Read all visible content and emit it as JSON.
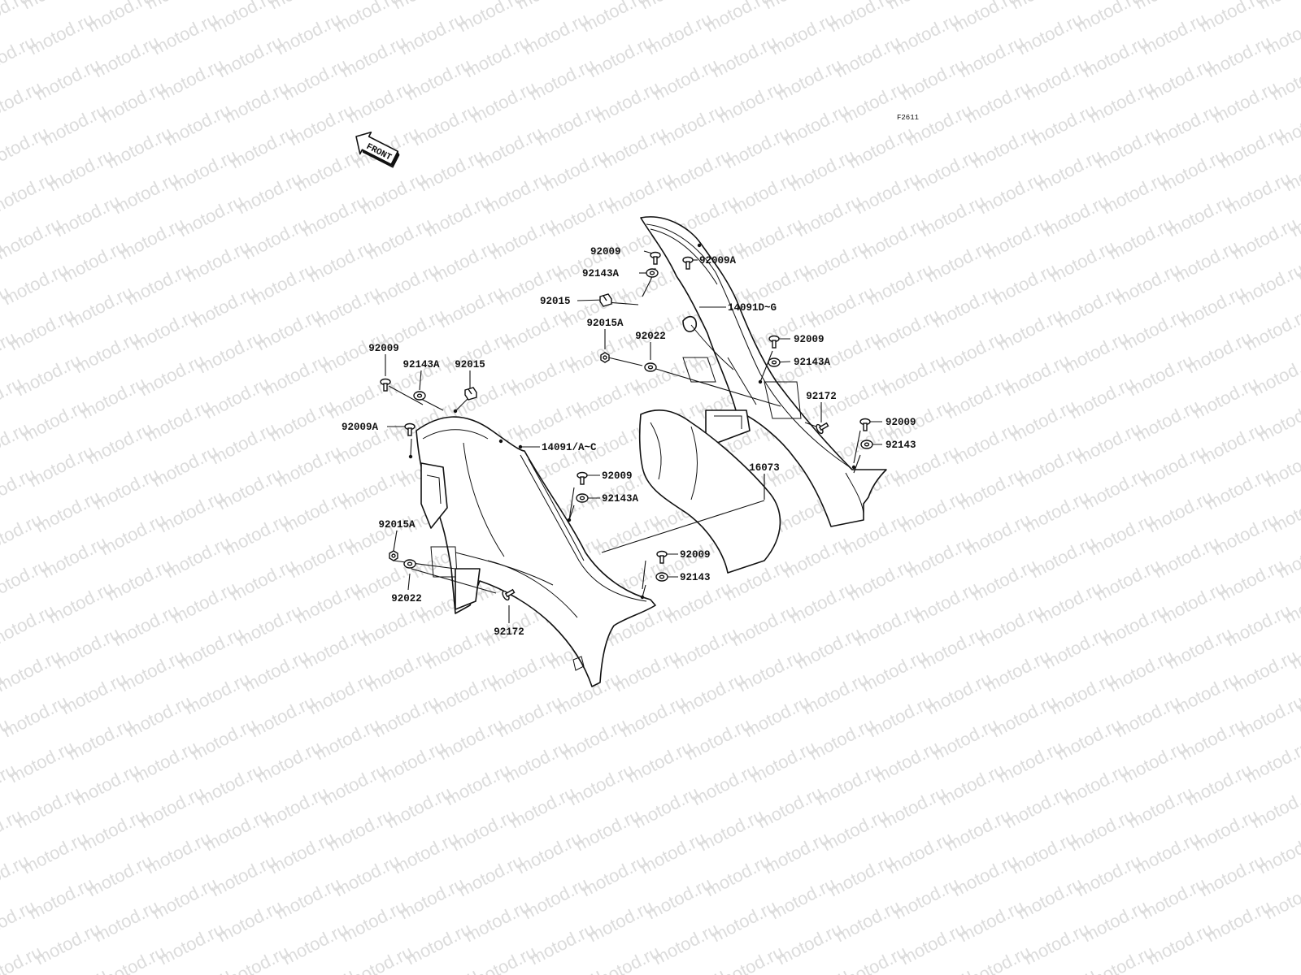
{
  "watermark": {
    "text": "motod.ru"
  },
  "diagram_code": "F2611",
  "front_arrow": {
    "label": "FRONT"
  },
  "callouts": [
    {
      "id": "c1",
      "label": "92009"
    },
    {
      "id": "c2",
      "label": "92009A"
    },
    {
      "id": "c3",
      "label": "92143A"
    },
    {
      "id": "c4",
      "label": "92015"
    },
    {
      "id": "c5",
      "label": "14091D~G"
    },
    {
      "id": "c6",
      "label": "92015A"
    },
    {
      "id": "c7",
      "label": "92022"
    },
    {
      "id": "c8",
      "label": "92009"
    },
    {
      "id": "c9",
      "label": "92143A"
    },
    {
      "id": "c10",
      "label": "92172"
    },
    {
      "id": "c11",
      "label": "92009"
    },
    {
      "id": "c12",
      "label": "92143"
    },
    {
      "id": "c13",
      "label": "16073"
    },
    {
      "id": "c14",
      "label": "92009"
    },
    {
      "id": "c15",
      "label": "92143A"
    },
    {
      "id": "c16",
      "label": "92015"
    },
    {
      "id": "c17",
      "label": "92009A"
    },
    {
      "id": "c18",
      "label": "14091/A~C"
    },
    {
      "id": "c19",
      "label": "92009"
    },
    {
      "id": "c20",
      "label": "92143A"
    },
    {
      "id": "c21",
      "label": "92015A"
    },
    {
      "id": "c22",
      "label": "92022"
    },
    {
      "id": "c23",
      "label": "92172"
    },
    {
      "id": "c24",
      "label": "92009"
    },
    {
      "id": "c25",
      "label": "92143"
    }
  ]
}
